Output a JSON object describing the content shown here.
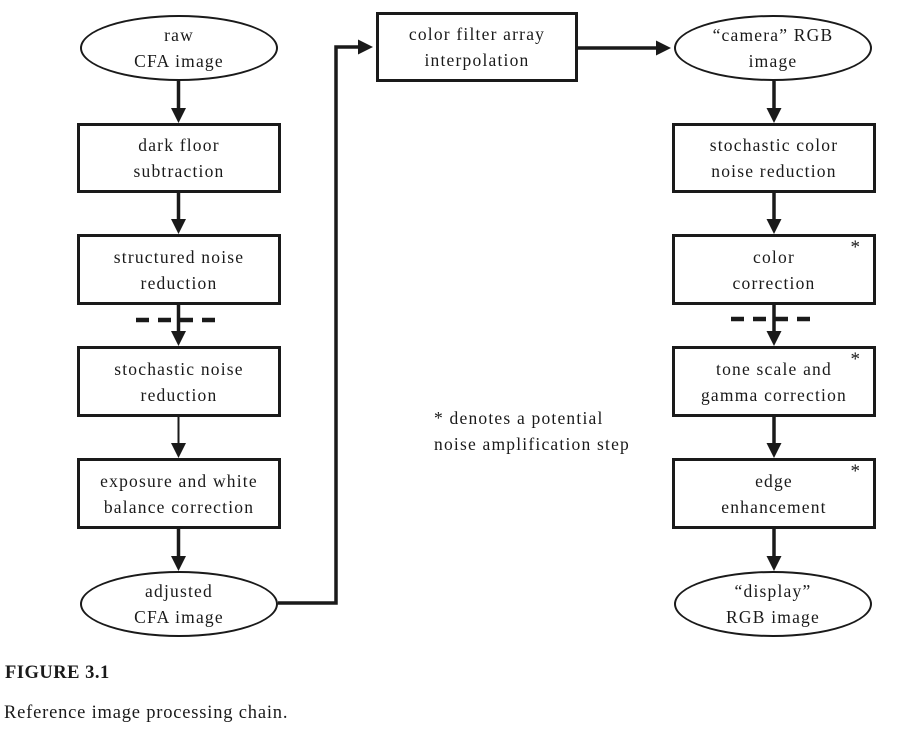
{
  "figure": {
    "caption_label": "FIGURE 3.1",
    "caption_text": "Reference image processing chain."
  },
  "annotation": {
    "text": "* denotes a potential\nnoise amplification step"
  },
  "asterisk_meaning": "potential noise amplification step",
  "nodes": {
    "raw_cfa": {
      "label": "raw\nCFA image",
      "shape": "ellipse"
    },
    "dark_floor": {
      "label": "dark floor\nsubtraction",
      "shape": "box"
    },
    "structured_noise": {
      "label": "structured noise\nreduction",
      "shape": "box"
    },
    "stochastic_noise": {
      "label": "stochastic noise\nreduction",
      "shape": "box"
    },
    "exposure_wb": {
      "label": "exposure and white\nbalance correction",
      "shape": "box"
    },
    "adjusted_cfa": {
      "label": "adjusted\nCFA image",
      "shape": "ellipse"
    },
    "cfa_interpolation": {
      "label": "color filter array\ninterpolation",
      "shape": "box"
    },
    "camera_rgb": {
      "label": "“camera” RGB\nimage",
      "shape": "ellipse"
    },
    "stochastic_color": {
      "label": "stochastic color\nnoise reduction",
      "shape": "box"
    },
    "color_correction": {
      "label": "color\ncorrection",
      "shape": "box",
      "asterisk": "*"
    },
    "tone_scale": {
      "label": "tone scale and\ngamma correction",
      "shape": "box",
      "asterisk": "*"
    },
    "edge_enhancement": {
      "label": "edge\nenhancement",
      "shape": "box",
      "asterisk": "*"
    },
    "display_rgb": {
      "label": "“display”\nRGB image",
      "shape": "ellipse"
    }
  },
  "edges": [
    {
      "from": "raw_cfa",
      "to": "dark_floor",
      "style": "arrow"
    },
    {
      "from": "dark_floor",
      "to": "structured_noise",
      "style": "arrow"
    },
    {
      "from": "structured_noise",
      "to": "stochastic_noise",
      "style": "arrow-crossing-dashed-separator"
    },
    {
      "from": "stochastic_noise",
      "to": "exposure_wb",
      "style": "arrow"
    },
    {
      "from": "exposure_wb",
      "to": "adjusted_cfa",
      "style": "arrow"
    },
    {
      "from": "adjusted_cfa",
      "to": "cfa_interpolation",
      "style": "elbow-arrow"
    },
    {
      "from": "cfa_interpolation",
      "to": "camera_rgb",
      "style": "arrow"
    },
    {
      "from": "camera_rgb",
      "to": "stochastic_color",
      "style": "arrow"
    },
    {
      "from": "stochastic_color",
      "to": "color_correction",
      "style": "arrow"
    },
    {
      "from": "color_correction",
      "to": "tone_scale",
      "style": "arrow-crossing-dashed-separator"
    },
    {
      "from": "tone_scale",
      "to": "edge_enhancement",
      "style": "arrow"
    },
    {
      "from": "edge_enhancement",
      "to": "display_rgb",
      "style": "arrow"
    }
  ],
  "dashed_separators": [
    {
      "between": [
        "structured_noise",
        "stochastic_noise"
      ]
    },
    {
      "between": [
        "color_correction",
        "tone_scale"
      ]
    }
  ],
  "colors": {
    "ink": "#1a1a1a",
    "background": "#ffffff"
  }
}
